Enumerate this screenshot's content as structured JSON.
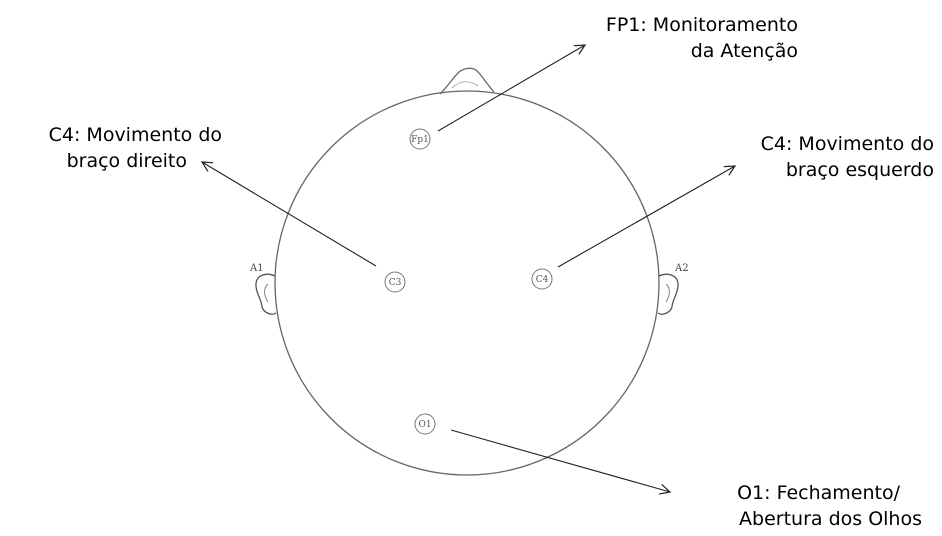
{
  "electrodes": {
    "fp1": "Fp1",
    "c3": "C3",
    "c4": "C4",
    "o1": "O1"
  },
  "ears": {
    "left": "A1",
    "right": "A2"
  },
  "annotations": {
    "fp1": {
      "line1": "FP1: Monitoramento",
      "line2": "da Atenção"
    },
    "c3": {
      "line1": "C4: Movimento  do",
      "line2": "braço direito"
    },
    "c4": {
      "line1": "C4: Movimento  do",
      "line2": "braço esquerdo"
    },
    "o1": {
      "line1": "O1: Fechamento/",
      "line2": "Abertura dos Olhos"
    }
  },
  "colors": {
    "outline": "#666666",
    "arrow": "#222222",
    "text": "#000000"
  }
}
